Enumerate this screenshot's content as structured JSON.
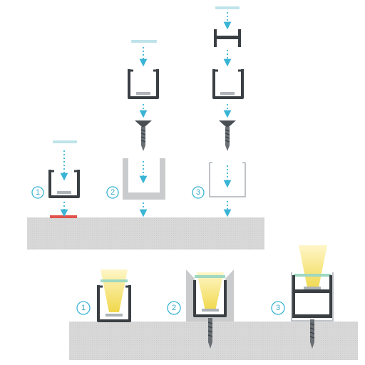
{
  "colors": {
    "accent": "#3ab4d4",
    "profile_dark": "#3a3f44",
    "profile_grey": "#c9cbcd",
    "profile_outline": "#b8bcc0",
    "surface": "#d6d6d6",
    "diffuser": "#bfe3ea",
    "adhesive": "#e2524a",
    "light": "#f3e07a"
  },
  "top_steps": [
    {
      "label": "1",
      "method": "adhesive-tape",
      "parts": [
        "diffuser-cover",
        "dark-profile"
      ]
    },
    {
      "label": "2",
      "method": "screw-through-profile",
      "parts": [
        "diffuser-cover",
        "dark-profile",
        "screw",
        "grey-profile"
      ]
    },
    {
      "label": "3",
      "method": "mounting-clip",
      "parts": [
        "diffuser-cover",
        "clip",
        "dark-profile",
        "screw",
        "clip-outline"
      ]
    }
  ],
  "bottom_results": [
    {
      "label": "1",
      "method": "adhesive-tape",
      "icons": [
        "dark-profile",
        "light-beam"
      ]
    },
    {
      "label": "2",
      "method": "screw-through-profile",
      "icons": [
        "grey-profile",
        "dark-profile",
        "light-beam",
        "screw"
      ]
    },
    {
      "label": "3",
      "method": "mounting-clip",
      "icons": [
        "clip",
        "dark-profile",
        "light-beam",
        "screw"
      ]
    }
  ]
}
